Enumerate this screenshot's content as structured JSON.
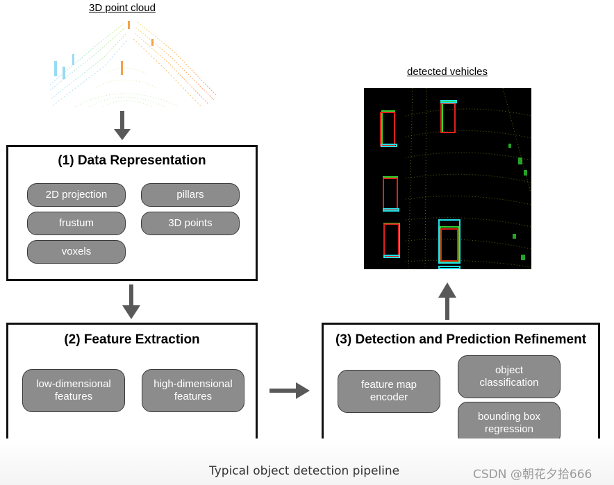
{
  "labels": {
    "point_cloud": "3D point cloud",
    "detected": "detected vehicles"
  },
  "panels": {
    "data_rep": {
      "title": "(1) Data Representation",
      "items": [
        "2D projection",
        "pillars",
        "frustum",
        "3D points",
        "voxels"
      ]
    },
    "feature": {
      "title": "(2) Feature Extraction",
      "items": [
        "low-dimensional\nfeatures",
        "high-dimensional\nfeatures"
      ]
    },
    "detection": {
      "title": "(3) Detection and Prediction Refinement",
      "items": [
        "feature map\nencoder",
        "object\nclassification",
        "bounding box\nregression"
      ]
    }
  },
  "caption": "Typical object detection pipeline",
  "watermark": "CSDN @朝花夕拾666",
  "colors": {
    "pill_fill": "#8c8c8c",
    "arrow": "#595959",
    "box_red": "#e0201a",
    "box_cyan": "#22e0e6",
    "box_green": "#2fd62f"
  }
}
